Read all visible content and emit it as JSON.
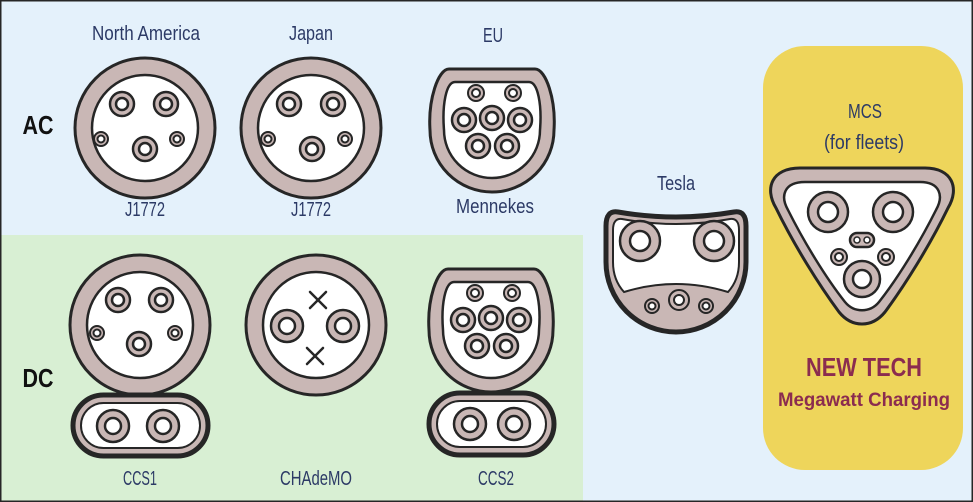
{
  "diagram": {
    "rows": {
      "ac": "AC",
      "dc": "DC"
    },
    "regions": {
      "north_america": "North America",
      "japan": "Japan",
      "eu": "EU"
    },
    "connectors": {
      "ac_north_america": "J1772",
      "ac_japan": "J1772",
      "ac_eu": "Mennekes",
      "dc_north_america": "CCS1",
      "dc_japan": "CHAdeMO",
      "dc_eu": "CCS2",
      "tesla": "Tesla"
    },
    "mcs": {
      "name": "MCS",
      "note": "(for fleets)",
      "headline": "NEW TECH",
      "subheadline": "Megawatt Charging"
    }
  },
  "colors": {
    "ac_background": "#e4f1fb",
    "dc_background": "#d8efd3",
    "mcs_background": "#eed55b",
    "connector_shell": "#c9b7b5",
    "outline": "#262626",
    "label_text": "#2c3a66",
    "row_label_text": "#111111",
    "highlight_text": "#8b2c4f"
  }
}
